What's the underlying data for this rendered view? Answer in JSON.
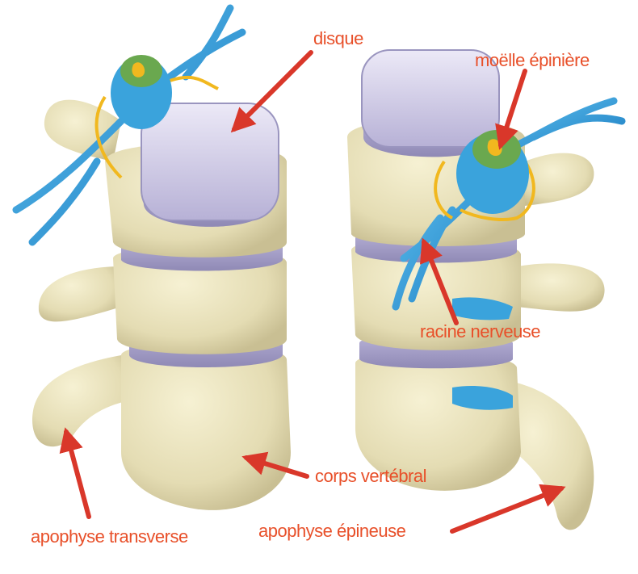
{
  "colors": {
    "label": "#e8502a",
    "arrow": "#d9372a",
    "bone": "#e9e3bd",
    "bone_shade": "#cfc79c",
    "disc": "#d7d3ea",
    "disc_shade": "#a9a4c7",
    "nerve": "#3aa3dc",
    "nerve_dark": "#1f7fc0",
    "sheath": "#f1b81f",
    "cord_green": "#6aa84f"
  },
  "labels": {
    "disque": "disque",
    "moelle": "moëlle épinière",
    "racine": "racine nerveuse",
    "corps": "corps vertébral",
    "transverse": "apophyse transverse",
    "epineuse": "apophyse épineuse"
  },
  "icons": [
    "arrow-icon",
    "vertebra-illustration",
    "spinal-cord-illustration",
    "nerve-root-illustration"
  ]
}
